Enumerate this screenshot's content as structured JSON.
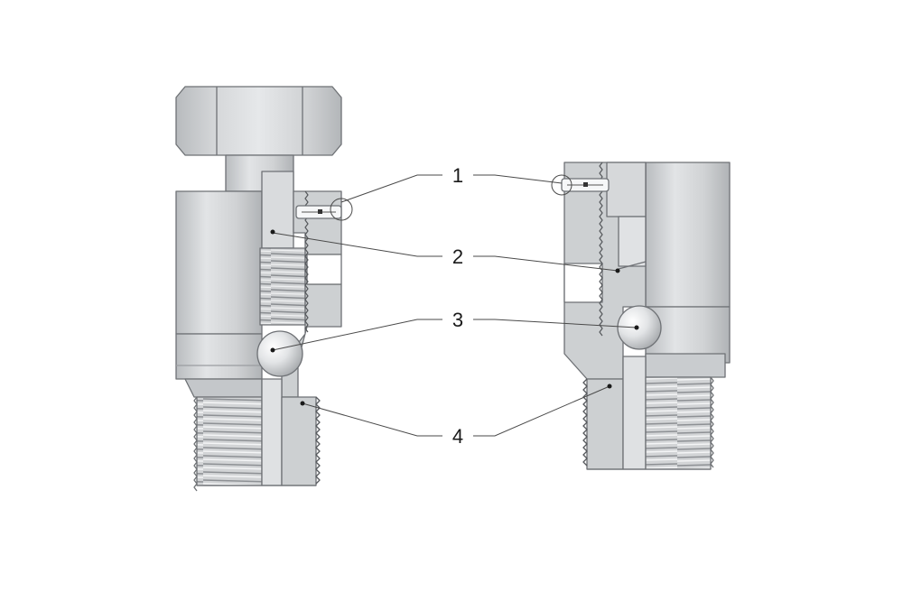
{
  "callouts": [
    {
      "number": "1"
    },
    {
      "number": "2"
    },
    {
      "number": "3"
    },
    {
      "number": "4"
    }
  ],
  "colors": {
    "body": "#d3d5d7",
    "body_light": "#e4e6e8",
    "body_dark": "#b4b7ba",
    "outline": "#6e7175",
    "cut_face": "#c9cbcd",
    "leader": "#4a4a4a",
    "background": "#ffffff"
  }
}
